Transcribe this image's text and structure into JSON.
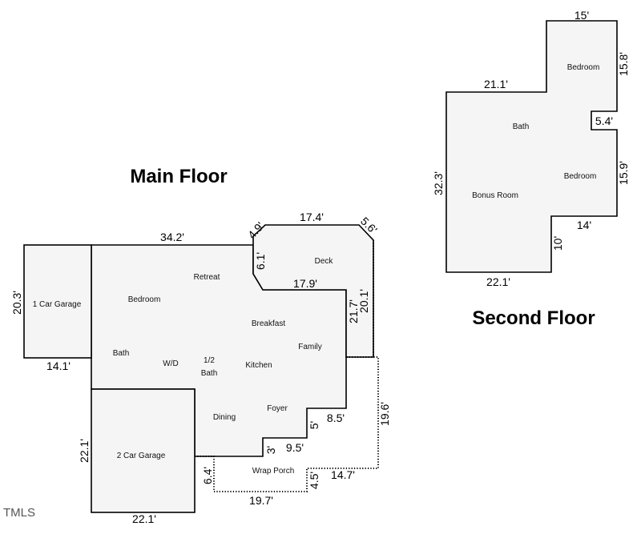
{
  "headings": {
    "main_floor": "Main Floor",
    "second_floor": "Second Floor"
  },
  "watermark": "TMLS",
  "main_floor": {
    "rooms": {
      "retreat": "Retreat",
      "deck": "Deck",
      "bedroom": "Bedroom",
      "one_car_garage": "1 Car Garage",
      "breakfast": "Breakfast",
      "family": "Family",
      "bath": "Bath",
      "wd": "W/D",
      "half": "1/2",
      "half_bath": "Bath",
      "kitchen": "Kitchen",
      "foyer": "Foyer",
      "dining": "Dining",
      "two_car_garage": "2 Car Garage",
      "wrap_porch": "Wrap Porch"
    },
    "dimensions": {
      "top_width": "34.2'",
      "deck_diag_left": "4.9'",
      "deck_top": "17.4'",
      "deck_diag_right": "5.6'",
      "deck_left": "6.1'",
      "deck_bottom": "17.9'",
      "deck_right": "20.1'",
      "family_right": "21.7'",
      "garage1_left": "20.3'",
      "garage1_bottom": "14.1'",
      "porch_right": "19.6'",
      "step_v1": "5'",
      "step_h1": "8.5'",
      "step_v2": "3'",
      "step_h2": "9.5'",
      "garage2_left": "22.1'",
      "garage2_bottom": "22.1'",
      "porch_left": "6.4'",
      "porch_step_v": "4.5'",
      "porch_step_h": "14.7'",
      "porch_bottom": "19.7'"
    }
  },
  "second_floor": {
    "rooms": {
      "bedroom_top": "Bedroom",
      "bath": "Bath",
      "bedroom_right": "Bedroom",
      "bonus_room": "Bonus Room"
    },
    "dimensions": {
      "top": "15'",
      "right_top": "15.8'",
      "left_top": "21.1'",
      "notch": "5.4'",
      "left_height": "32.3'",
      "right_lower": "15.9'",
      "bottom_right": "14'",
      "step_v": "10'",
      "bottom_left": "22.1'"
    }
  }
}
